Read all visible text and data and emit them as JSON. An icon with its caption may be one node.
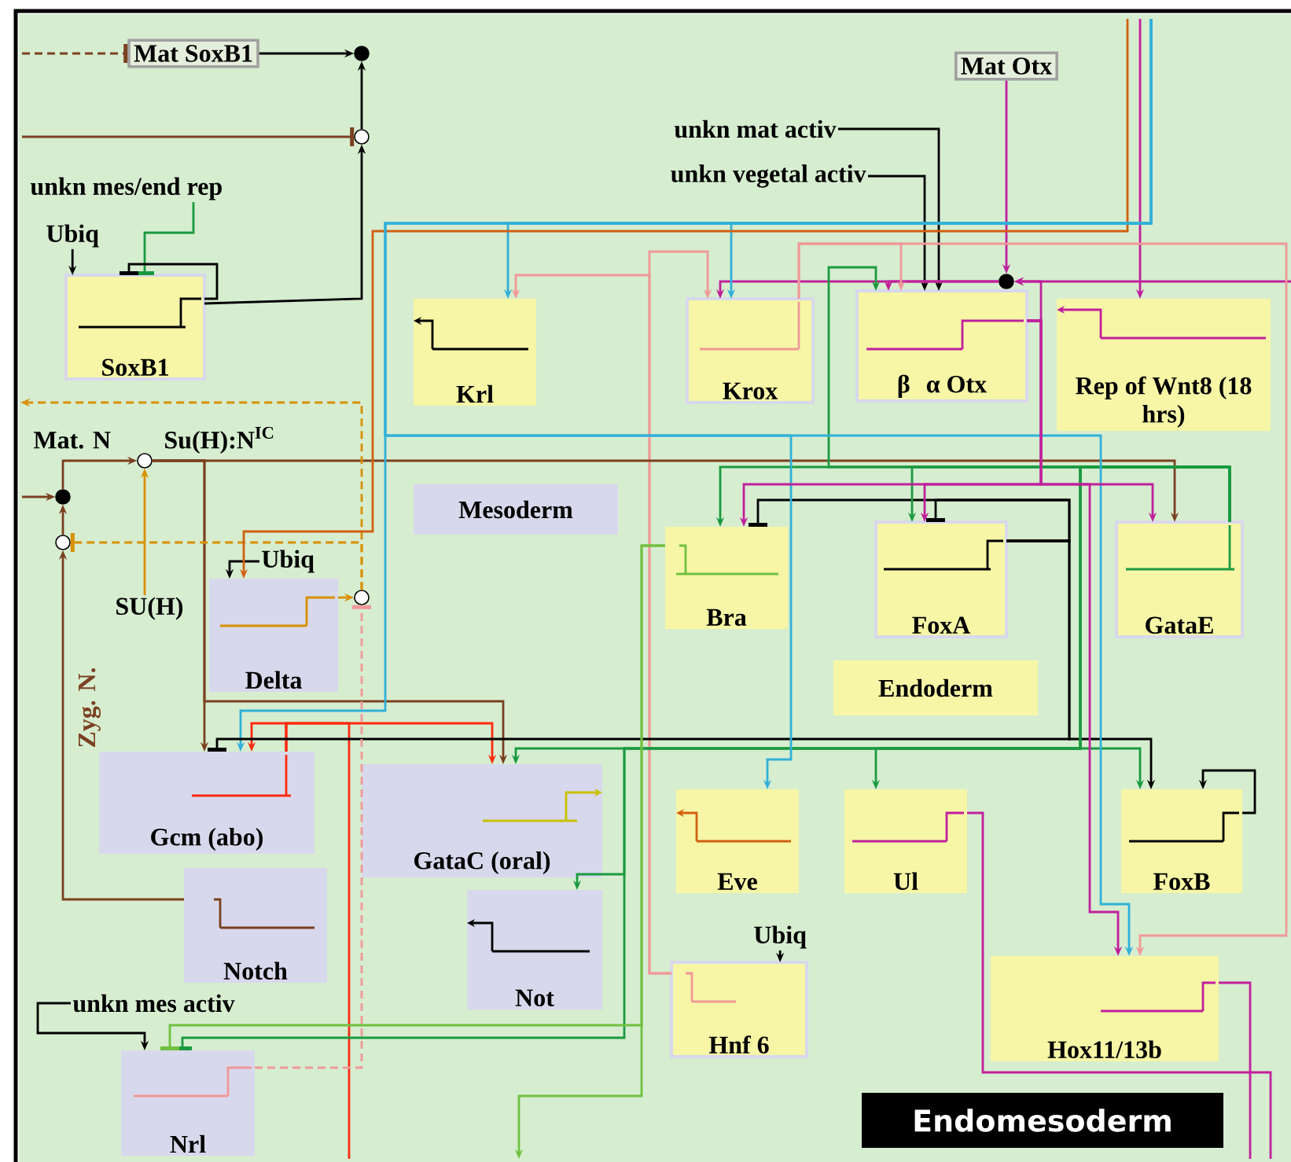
{
  "diagram": {
    "nodes": [
      {
        "text": [
          "Mat SoxB1"
        ]
      },
      {
        "text": [
          "Mat Otx"
        ]
      },
      {
        "text": [
          "unkn mat activ"
        ]
      },
      {
        "text": [
          "unkn vegetal activ"
        ]
      },
      {
        "text": [
          "unkn mes/end rep"
        ]
      },
      {
        "text": [
          "Ubiq"
        ]
      },
      {
        "text": [
          "SoxB1"
        ]
      },
      {
        "text": [
          "Krl"
        ]
      },
      {
        "text": [
          "Krox"
        ]
      },
      {
        "text": [
          "β",
          "α Otx"
        ]
      },
      {
        "text": [
          "Rep of Wnt8 (18 hrs)"
        ]
      },
      {
        "text": [
          "Mesoderm"
        ]
      },
      {
        "text": [
          "SU(H)"
        ]
      },
      {
        "text": [
          "Ubiq"
        ]
      },
      {
        "text": [
          "Delta"
        ]
      },
      {
        "text": [
          "Bra"
        ]
      },
      {
        "text": [
          "FoxA"
        ]
      },
      {
        "text": [
          "GataE"
        ]
      },
      {
        "text": [
          "Endoderm"
        ]
      },
      {
        "text": [
          "Gcm (abo)"
        ]
      },
      {
        "text": [
          "GataC (oral)"
        ]
      },
      {
        "text": [
          "Notch"
        ]
      },
      {
        "text": [
          "Not"
        ]
      },
      {
        "text": [
          "Eve"
        ]
      },
      {
        "text": [
          "Ul"
        ]
      },
      {
        "text": [
          "FoxB"
        ]
      },
      {
        "text": [
          "Ubiq"
        ]
      },
      {
        "text": [
          "Hnf 6"
        ]
      },
      {
        "text": [
          "Hox11/13b"
        ]
      },
      {
        "text": [
          "unkn mes activ"
        ]
      },
      {
        "text": [
          "Nrl"
        ]
      },
      {
        "text": [
          "Endomesoderm"
        ]
      },
      {
        "text": [],
        "shape": "circle"
      },
      {
        "text": [],
        "shape": "circle"
      },
      {
        "text": [],
        "shape": "circle"
      },
      {
        "text": [],
        "shape": "circle"
      },
      {
        "text": [],
        "shape": "circle"
      },
      {
        "text": [],
        "shape": "circle"
      },
      {
        "text": [],
        "shape": "circle"
      }
    ],
    "edges": [
      {
        "from": 0,
        "to": 32,
        "arrow": "to"
      },
      {
        "from": 33,
        "to": 32,
        "arrow": "to"
      },
      {
        "from": 6,
        "to": 33,
        "arrow": "to"
      },
      {
        "from": null,
        "to": 33,
        "arrow": "other",
        "color": "#7a4020"
      },
      {
        "from": null,
        "to": 0,
        "arrow": "other",
        "style": "dashed",
        "color": "#7a4020"
      },
      {
        "from": 5,
        "to": 6,
        "arrow": "to"
      },
      {
        "from": 4,
        "to": 6,
        "arrow": "other",
        "color": "#1a9a40"
      },
      {
        "from": 6,
        "to": 6,
        "arrow": "other"
      },
      {
        "from": 2,
        "to": 9,
        "arrow": "to"
      },
      {
        "from": 3,
        "to": 9,
        "arrow": "to"
      },
      {
        "from": 1,
        "to": 34,
        "arrow": "to",
        "color": "#c0209c"
      },
      {
        "from": 34,
        "to": 8,
        "arrow": "to",
        "color": "#c0209c"
      },
      {
        "from": 34,
        "to": 9,
        "arrow": "to",
        "color": "#c0209c"
      },
      {
        "from": 9,
        "to": 34,
        "arrow": "to",
        "color": "#c0209c"
      },
      {
        "from": null,
        "to": 34,
        "arrow": "to",
        "color": "#c0209c"
      },
      {
        "from": null,
        "to": 10,
        "arrow": "to",
        "color": "#c0209c"
      },
      {
        "from": null,
        "to": 7,
        "arrow": "to",
        "color": "#30b0d8"
      },
      {
        "from": null,
        "to": 8,
        "arrow": "to",
        "color": "#30b0d8"
      },
      {
        "from": 27,
        "to": 7,
        "arrow": "to",
        "color": "#f09898"
      },
      {
        "from": 27,
        "to": 8,
        "arrow": "to",
        "color": "#f09898"
      },
      {
        "from": 8,
        "to": 9,
        "arrow": "to",
        "color": "#f09898"
      },
      {
        "from": 8,
        "to": 28,
        "arrow": "to",
        "color": "#f09898"
      },
      {
        "from": 35,
        "to": 17,
        "arrow": "to",
        "color": "#7a4020"
      },
      {
        "from": 35,
        "to": 19,
        "arrow": "to",
        "color": "#7a4020"
      },
      {
        "from": 35,
        "to": 20,
        "arrow": "to",
        "color": "#7a4020"
      },
      {
        "from": 36,
        "to": 35,
        "arrow": "to",
        "color": "#7a4020"
      },
      {
        "from": null,
        "to": 36,
        "arrow": "to",
        "color": "#7a4020"
      },
      {
        "from": 37,
        "to": 36,
        "arrow": "to",
        "color": "#7a4020"
      },
      {
        "from": 21,
        "to": 37,
        "arrow": "to",
        "color": "#7a4020"
      },
      {
        "from": 38,
        "to": 37,
        "arrow": "other",
        "style": "dashed",
        "color": "#d89000"
      },
      {
        "from": 38,
        "to": null,
        "arrow": "to",
        "style": "dashed",
        "color": "#d89000"
      },
      {
        "from": 14,
        "to": 38,
        "arrow": "to",
        "color": "#d89000"
      },
      {
        "from": 12,
        "to": 35,
        "arrow": "to",
        "color": "#d89000"
      },
      {
        "from": 13,
        "to": 14,
        "arrow": "to"
      },
      {
        "from": null,
        "to": 14,
        "arrow": "to",
        "color": "#d06010"
      },
      {
        "from": null,
        "to": 19,
        "arrow": "to",
        "color": "#30b0d8"
      },
      {
        "from": 19,
        "to": 19,
        "arrow": "to",
        "color": "#ff2a10"
      },
      {
        "from": 19,
        "to": 20,
        "arrow": "to",
        "color": "#ff2a10"
      },
      {
        "from": 19,
        "to": null,
        "arrow": "none",
        "color": "#ff2a10"
      },
      {
        "from": 16,
        "to": 19,
        "arrow": "other"
      },
      {
        "from": 16,
        "to": 25,
        "arrow": "to"
      },
      {
        "from": 16,
        "to": 15,
        "arrow": "other"
      },
      {
        "from": 16,
        "to": 16,
        "arrow": "other"
      },
      {
        "from": 25,
        "to": 25,
        "arrow": "to"
      },
      {
        "from": 17,
        "to": 9,
        "arrow": "to",
        "color": "#1a9a40"
      },
      {
        "from": 17,
        "to": 15,
        "arrow": "to",
        "color": "#1a9a40"
      },
      {
        "from": 17,
        "to": 16,
        "arrow": "to",
        "color": "#1a9a40"
      },
      {
        "from": 17,
        "to": 20,
        "arrow": "to",
        "color": "#1a9a40"
      },
      {
        "from": 17,
        "to": 22,
        "arrow": "to",
        "color": "#1a9a40"
      },
      {
        "from": 17,
        "to": 30,
        "arrow": "other",
        "color": "#1a9a40"
      },
      {
        "from": 17,
        "to": 24,
        "arrow": "to",
        "color": "#1a9a40"
      },
      {
        "from": 17,
        "to": 25,
        "arrow": "to",
        "color": "#1a9a40"
      },
      {
        "from": 15,
        "to": 30,
        "arrow": "other",
        "color": "#70c040"
      },
      {
        "from": 15,
        "to": null,
        "arrow": "to",
        "color": "#70c040"
      },
      {
        "from": null,
        "to": 23,
        "arrow": "to",
        "color": "#30b0d8"
      },
      {
        "from": null,
        "to": 28,
        "arrow": "to",
        "color": "#30b0d8"
      },
      {
        "from": 9,
        "to": 15,
        "arrow": "to",
        "color": "#c0209c"
      },
      {
        "from": 9,
        "to": 16,
        "arrow": "to",
        "color": "#c0209c"
      },
      {
        "from": 9,
        "to": 17,
        "arrow": "to",
        "color": "#c0209c"
      },
      {
        "from": 9,
        "to": 28,
        "arrow": "to",
        "color": "#c0209c"
      },
      {
        "from": 24,
        "to": null,
        "arrow": "none",
        "color": "#c0209c"
      },
      {
        "from": 28,
        "to": null,
        "arrow": "none",
        "color": "#c0209c"
      },
      {
        "from": 30,
        "to": 38,
        "arrow": "other",
        "style": "dashed",
        "color": "#f09898"
      },
      {
        "from": 29,
        "to": 30,
        "arrow": "to"
      },
      {
        "from": 26,
        "to": 27,
        "arrow": "to"
      }
    ],
    "labels": [
      "Mat. N",
      "Su(H):N$^{IC}$",
      "Zyg. N."
    ]
  }
}
